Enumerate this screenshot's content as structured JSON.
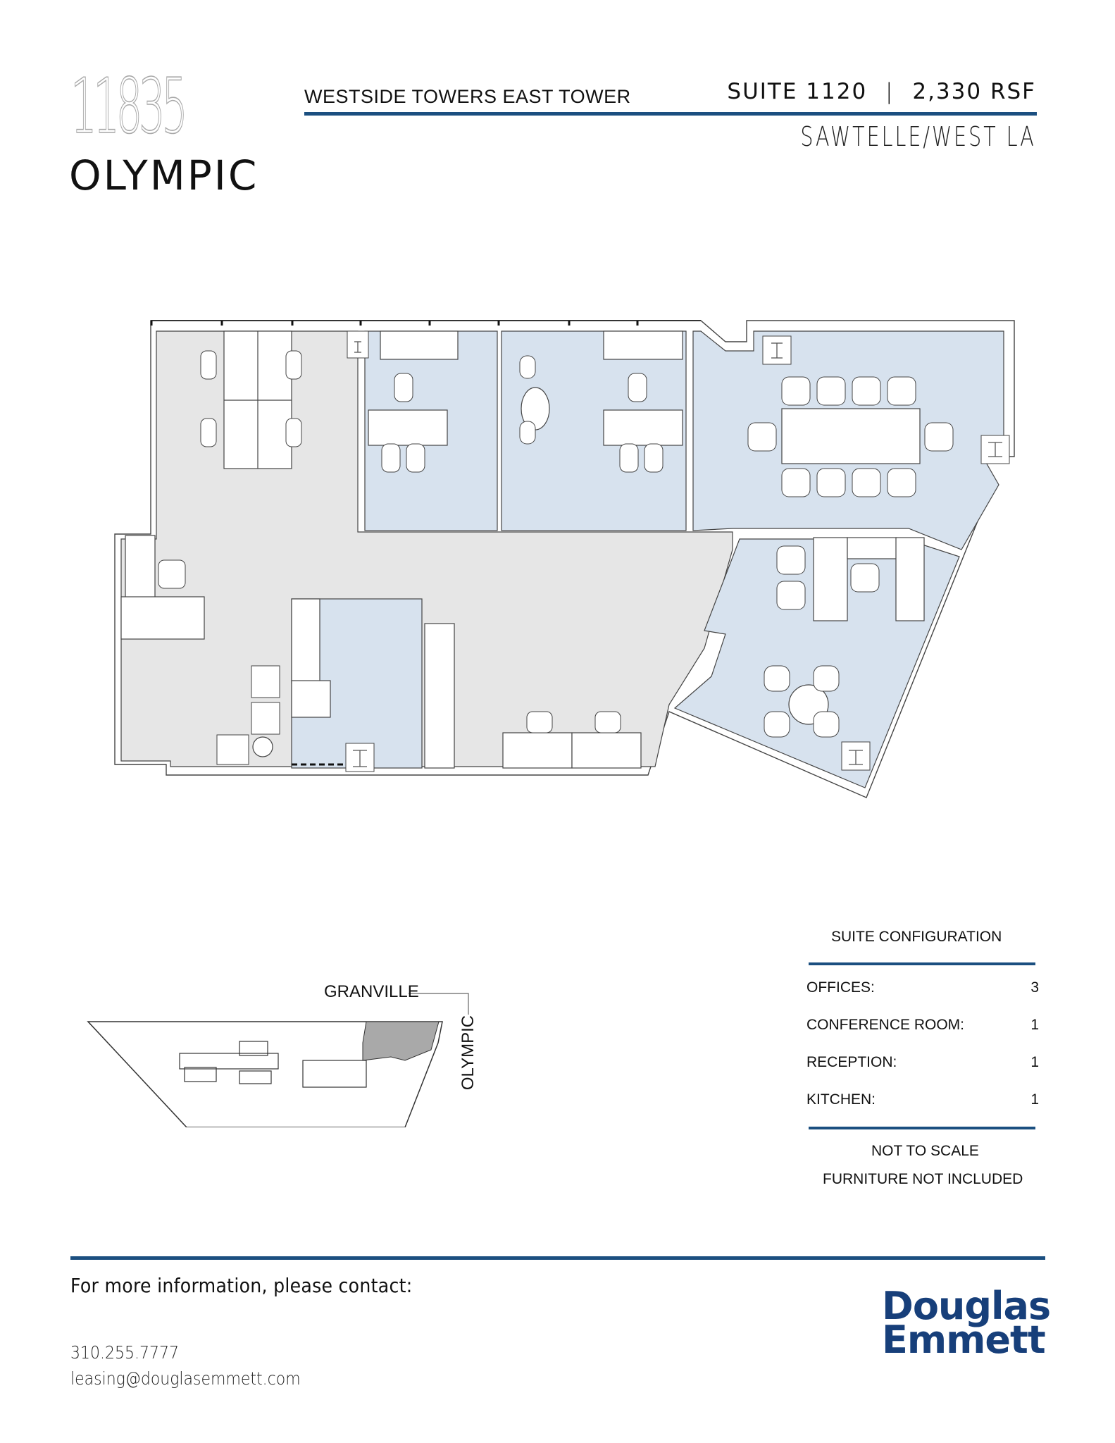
{
  "header": {
    "address_number": "11835",
    "address_street": "OLYMPIC",
    "building_name": "WESTSIDE TOWERS EAST TOWER",
    "suite": "SUITE 1120",
    "separator": "|",
    "area": "2,330 RSF",
    "submarket": "SAWTELLE/WEST LA"
  },
  "floor_plan": {
    "colors": {
      "office_fill": "#d7e2ee",
      "common_fill": "#e6e6e6",
      "wall": "#ffffff",
      "line": "#444444"
    },
    "rooms": [
      {
        "name": "open-workstations",
        "type": "common"
      },
      {
        "name": "office-1",
        "type": "office"
      },
      {
        "name": "office-2",
        "type": "office"
      },
      {
        "name": "conference-room",
        "type": "office"
      },
      {
        "name": "office-3",
        "type": "office"
      },
      {
        "name": "reception",
        "type": "common"
      },
      {
        "name": "kitchen",
        "type": "office"
      },
      {
        "name": "work-area",
        "type": "common"
      }
    ]
  },
  "key_plan": {
    "street_top": "GRANVILLE",
    "street_right": "OLYMPIC",
    "highlight_color": "#a9a9a9"
  },
  "suite_configuration": {
    "title": "SUITE CONFIGURATION",
    "rows": [
      {
        "label": "OFFICES:",
        "value": "3"
      },
      {
        "label": "CONFERENCE ROOM:",
        "value": "1"
      },
      {
        "label": "RECEPTION:",
        "value": "1"
      },
      {
        "label": "KITCHEN:",
        "value": "1"
      }
    ],
    "notes": [
      "NOT TO SCALE",
      "FURNITURE NOT INCLUDED"
    ]
  },
  "contact": {
    "heading": "For more information, please contact:",
    "phone": "310.255.7777",
    "email": "leasing@douglasemmett.com"
  },
  "logo": {
    "line1": "Douglas",
    "line2": "Emmett",
    "color": "#173f7a"
  },
  "accent_color": "#1b4f80"
}
